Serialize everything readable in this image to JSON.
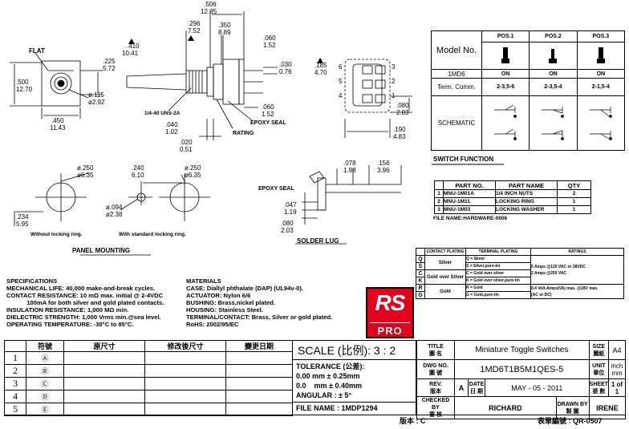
{
  "drawing": {
    "flat_label": "FLAT",
    "dims": {
      "d_506": ".506",
      "d_1285": "12.85",
      "d_410": ".410",
      "d_1041": "10.41",
      "d_296": ".296",
      "d_752": "7.52",
      "d_350": ".350",
      "d_889": "8.89",
      "d_060a": ".060",
      "d_152a": "1.52",
      "d_225": ".225",
      "d_572": "5.72",
      "d_500": ".500",
      "d_1270": "12.70",
      "d_115": "ø.115",
      "d_292": "ø2.92",
      "d_450": ".450",
      "d_1143": "11.43",
      "d_030": ".030",
      "d_076": "0.76",
      "d_185": ".185",
      "d_470": "4.70",
      "d_060b": ".060",
      "d_152b": "1.52",
      "d_040": ".040",
      "d_102": "1.02",
      "d_020": ".020",
      "d_051": "0.51",
      "d_080a": ".080",
      "d_203a": "2.03",
      "d_190": ".190",
      "d_483": "4.83",
      "thread": "1/4-40 UNS-2A",
      "epoxy1": "EPOXY SEAL",
      "rating": "RATING",
      "pin6": "6",
      "pin3": "3",
      "pin5": "5",
      "pin2": "2",
      "pin4": "4",
      "pin1": "1"
    },
    "panel": {
      "a_250": "ø.250",
      "a_635": "ø6.35",
      "b_240": ".240",
      "b_610": "6.10",
      "c_250": "ø.250",
      "c_635": "ø6.35",
      "d_094": "ø.094",
      "d_238": "ø2.38",
      "e_234": ".234",
      "e_595": "5.95",
      "note_without": "Without locking ring.",
      "note_with": "With standard locking ring.",
      "title": "PANEL MOUNTING"
    },
    "lug": {
      "d_078": ".078",
      "d_198": "1.98",
      "d_156": ".156",
      "d_396": "3.96",
      "epoxy": "EPOXY SEAL",
      "d_047": ".047",
      "d_119": "1.19",
      "d_080": ".080",
      "d_203": "2.03",
      "title": "SOLDER LUG"
    }
  },
  "switch_table": {
    "model_label": "Model No.",
    "pos_headers": [
      "POS.1",
      "POS.2",
      "POS.3"
    ],
    "model_value": "1MD6",
    "states": [
      "ON",
      "ON",
      "ON"
    ],
    "term_label": "Term. Comm.",
    "terms": [
      "2-3,5-6",
      "2-3,5-4",
      "2-1,5-4"
    ],
    "schematic_label": "SCHEMATIC",
    "caption": "SWITCH   FUNCTION"
  },
  "hardware": {
    "headers": [
      "PART NO.",
      "PART NAME",
      "QTY"
    ],
    "rows": [
      {
        "n": "1",
        "part": "MNU-1M01A",
        "name": "1/4 INCH NUTS",
        "qty": "2"
      },
      {
        "n": "2",
        "part": "MNU-1M11",
        "name": "LOCKING RING",
        "qty": "1"
      },
      {
        "n": "3",
        "part": "MNU-1M03",
        "name": "LOCKING WASHER",
        "qty": "1"
      }
    ],
    "file_name": "FILE NAME:HARDWARE-0006"
  },
  "contact": {
    "headers": [
      "CONTACT PLATING",
      "TERMINAL PLATING",
      "RATINGS"
    ],
    "codes": [
      "Q",
      "S",
      "C",
      "K",
      "R",
      "G"
    ],
    "silver": "Silver",
    "gold_silver": "Gold over Silver",
    "gold": "Gold",
    "terms": [
      "Q = Silver",
      "S = Silver,pure-tin",
      "C = Gold over silver",
      "K = Gold over silver,pure-tin",
      "R = Gold",
      "G = Gold,pure-tin"
    ],
    "rating1": "5 Amps @120 VAC or 28VDC",
    "rating2": "2 Amps @250 VAC",
    "rating3": "0.4 Volt-Amps(VA) max. @28V max.",
    "rating4": "(AC or DC)"
  },
  "specs": {
    "title": "SPECIFICATIONS",
    "lines": [
      "MECHANICAL LIFE: 40,000 make-and-break cycles.",
      "CONTACT RESISTANCE: 10 mΩ max. initial @ 2-4VDC",
      "            100mA for both silver and gold plated contacts.",
      "INSULATION RESISTANCE: 1,000 MΩ min.",
      "DIELECTRIC STRENGTH: 1,000 Vrms min.@sea level.",
      "OPERATING TEMPERATURE: -30°C to 85°C."
    ]
  },
  "materials": {
    "title": "MATERIALS",
    "lines": [
      "CASE: Diallyl phthalate (DAP) (UL94v-0).",
      "ACTUATOR: Nylon 6/6",
      "BUSHING: Brass,nickel plated.",
      "HOUSING: Stainless Steel.",
      "TERMINAL/CONTACT: Brass, Silver or gold plated.",
      "RoHS: 2002/95/EC"
    ]
  },
  "logo": {
    "top": "RS",
    "bottom": "PRO",
    "color": "#e2001a"
  },
  "revision_table": {
    "headers": [
      "符號",
      "原尺寸",
      "修改後尺寸",
      "變更日期"
    ],
    "rows": [
      {
        "n": "1",
        "sym": "Ⓐ"
      },
      {
        "n": "2",
        "sym": "Ⓑ"
      },
      {
        "n": "3",
        "sym": "Ⓒ"
      },
      {
        "n": "4",
        "sym": "Ⓓ"
      },
      {
        "n": "5",
        "sym": "Ⓔ"
      }
    ]
  },
  "title_block": {
    "scale": "SCALE (比例):  3 : 2",
    "tol_title": "TOLERANCE (公差):",
    "tol1": "0.00  mm ± 0.25mm",
    "tol2": "0.0    mm ± 0.40mm",
    "angular": "ANGULAR : ± 5°",
    "file_name": "FILE NAME :  1MDP1294",
    "title_label": "TITLE",
    "title_cn": "圖  名",
    "title_value": "Miniature Toggle Switches",
    "size_label": "SIZE",
    "size_cn": "圖紙",
    "size_value": "A4",
    "dwg_label": "DWG NO.",
    "dwg_cn": "圖  號",
    "dwg_value": "1MD6T1B5M1QES-5",
    "unit_label": "UNIT",
    "unit_cn": "單位",
    "unit_value": "inch mm",
    "rev_label": "REV.",
    "rev_cn": "版本",
    "rev_value": "A",
    "date_label": "DATE",
    "date_cn": "日 期",
    "date_value": "MAY - 05 - 2011",
    "sheet_label": "SHEET",
    "sheet_cn": "張  數",
    "sheet_value": "1 of 1",
    "checked_label": "CHECKED BY",
    "checked_cn": "審    核",
    "checked_value": "RICHARD",
    "drawn_label": "DRAWN BY",
    "drawn_cn": "製  圖",
    "drawn_value": "IRENE",
    "footer_rev": "版本 : C",
    "footer_form": "表單編號 : QR-0507"
  }
}
